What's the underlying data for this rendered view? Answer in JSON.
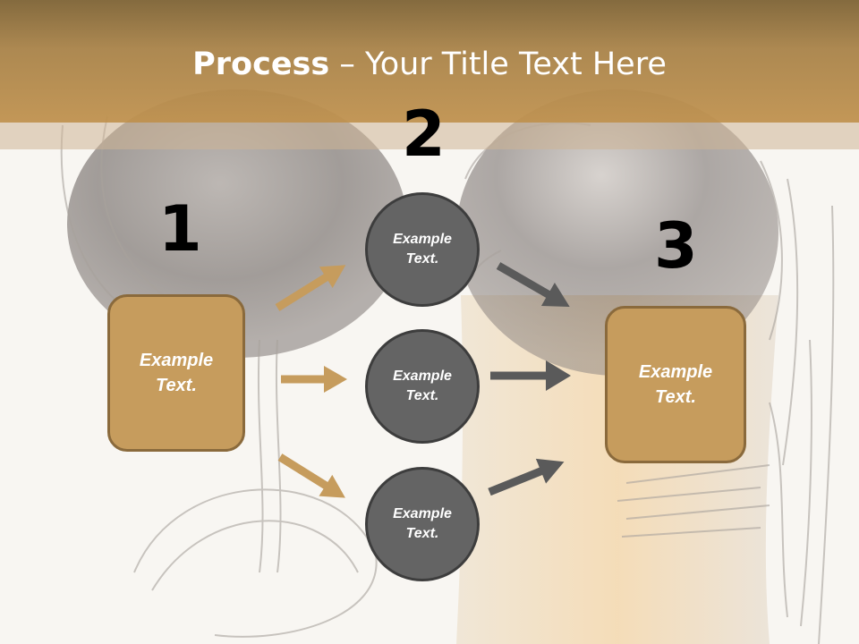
{
  "slide": {
    "title_bold": "Process",
    "title_rest": " – Your Title Text Here"
  },
  "steps": {
    "step1_number": "1",
    "step2_number": "2",
    "step3_number": "3"
  },
  "nodes": {
    "box_left": {
      "line1": "Example",
      "line2": "Text."
    },
    "circle_top": {
      "line1": "Example",
      "line2": "Text."
    },
    "circle_middle": {
      "line1": "Example",
      "line2": "Text."
    },
    "circle_bottom": {
      "line1": "Example",
      "line2": "Text."
    },
    "box_right": {
      "line1": "Example",
      "line2": "Text."
    }
  },
  "colors": {
    "header_brown": "#a98349",
    "box_gold": "#c69c5d",
    "circle_gray": "#646464",
    "arrow_gold": "#c69c5d",
    "arrow_gray": "#5a5a5a"
  }
}
